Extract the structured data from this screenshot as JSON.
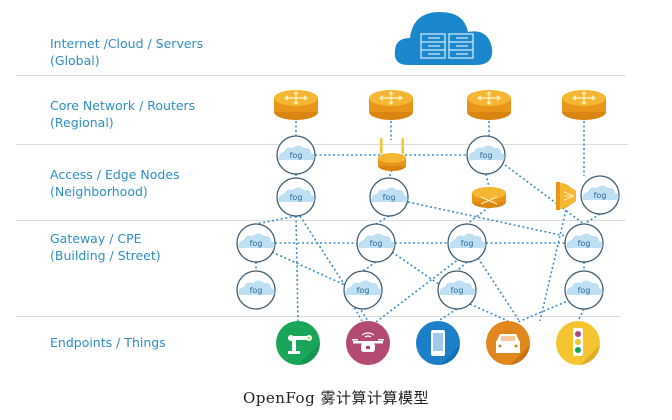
{
  "layers": [
    {
      "title": "Internet /Cloud / Servers",
      "subtitle": "(Global)"
    },
    {
      "title": "Core Network / Routers",
      "subtitle": "(Regional)"
    },
    {
      "title": "Access / Edge Nodes",
      "subtitle": "(Neighborhood)"
    },
    {
      "title": "Gateway / CPE",
      "subtitle": "(Building / Street)"
    },
    {
      "title": "Endpoints / Things",
      "subtitle": ""
    }
  ],
  "fog_label": "fog",
  "caption": "OpenFog 雾计算计算模型",
  "icons": {
    "cloud": "cloud-servers-icon",
    "router": "router-icon",
    "wifi_router": "wireless-router-icon",
    "switch": "switch-icon",
    "speaker": "speaker-icon",
    "fog_node": "fog-node-icon",
    "endpoints": [
      "robot-arm-icon",
      "drone-icon",
      "smartphone-icon",
      "car-icon",
      "traffic-light-icon"
    ]
  },
  "colors": {
    "label_blue": "#2f8ec4",
    "cloud_blue": "#1b87cc",
    "router_orange": "#f0a81e",
    "router_orange_dark": "#d9850f",
    "fog_cloud": "#bfe0f2",
    "link_blue": "#3e8fc3",
    "robot_green": "#1aa65a",
    "drone_magenta": "#b24a72",
    "phone_blue": "#1c80c8",
    "car_orange": "#e0861c",
    "light_yellow": "#f5c431"
  }
}
